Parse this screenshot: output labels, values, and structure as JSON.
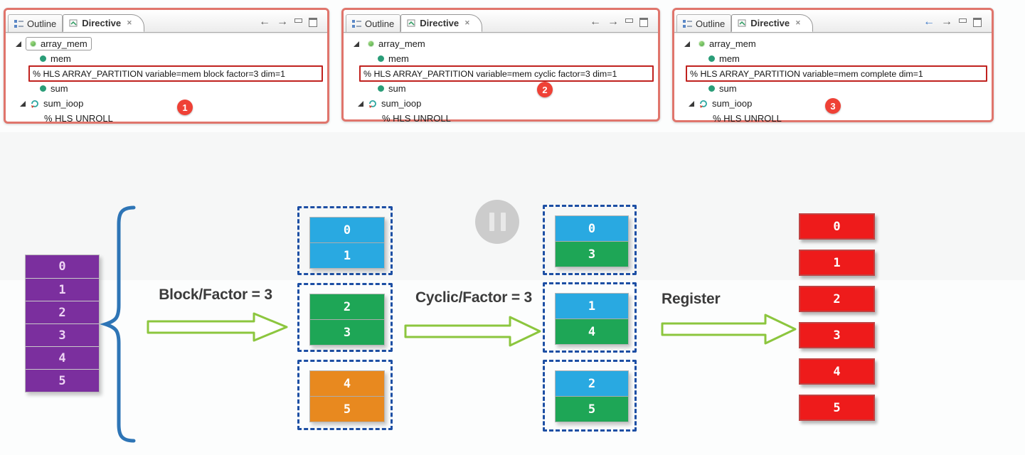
{
  "panels": [
    {
      "tabs": {
        "outline": "Outline",
        "directive": "Directive"
      },
      "tree": {
        "root": "array_mem",
        "mem": "mem",
        "directive": "% HLS ARRAY_PARTITION variable=mem block factor=3 dim=1",
        "sum": "sum",
        "loop": "sum_ioop",
        "unroll": "% HLS UNROLL"
      },
      "badge": "1"
    },
    {
      "tabs": {
        "outline": "Outline",
        "directive": "Directive"
      },
      "tree": {
        "root": "array_mem",
        "mem": "mem",
        "directive": "% HLS ARRAY_PARTITION variable=mem cyclic factor=3 dim=1",
        "sum": "sum",
        "loop": "sum_ioop",
        "unroll": "% HLS UNROLL"
      },
      "badge": "2"
    },
    {
      "tabs": {
        "outline": "Outline",
        "directive": "Directive"
      },
      "tree": {
        "root": "array_mem",
        "mem": "mem",
        "directive": "% HLS ARRAY_PARTITION variable=mem complete dim=1",
        "sum": "sum",
        "loop": "sum_ioop",
        "unroll": "% HLS UNROLL"
      },
      "badge": "3"
    }
  ],
  "icons": {
    "back": "←",
    "forward": "→",
    "tab_close": "✕",
    "minimize": "▭",
    "maximize": "□",
    "pause": "⏸"
  },
  "diagram": {
    "source_cells": [
      "0",
      "1",
      "2",
      "3",
      "4",
      "5"
    ],
    "block": {
      "label": "Block/Factor = 3",
      "groups": [
        [
          "0",
          "1"
        ],
        [
          "2",
          "3"
        ],
        [
          "4",
          "5"
        ]
      ]
    },
    "cyclic": {
      "label": "Cyclic/Factor = 3",
      "groups": [
        [
          "0",
          "3"
        ],
        [
          "1",
          "4"
        ],
        [
          "2",
          "5"
        ]
      ]
    },
    "register": {
      "label": "Register",
      "cells": [
        "0",
        "1",
        "2",
        "3",
        "4",
        "5"
      ]
    }
  },
  "colors": {
    "source_purple": "#7b2f9e",
    "partition_blue": "#29a9e1",
    "partition_green": "#1ea656",
    "partition_orange": "#e8891f",
    "register_red": "#ee1b1b",
    "group_dash_blue": "#1d4fa4",
    "arrow_green": "#8cc63e",
    "brace_blue": "#2e75b6",
    "highlight_red": "#c0221f",
    "panel_border": "#e0756c",
    "badge_red": "#ef4136"
  }
}
